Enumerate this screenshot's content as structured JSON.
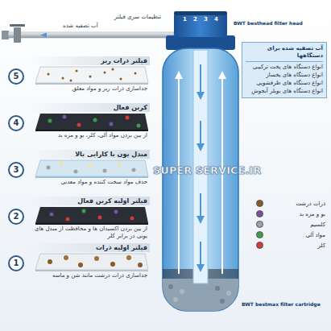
{
  "diagram": {
    "nodes": [
      {
        "text": [
          "آب تصفیه شده برای دستگاهها",
          "انواع دستگاه های پخت ترکیبی",
          "انواع دستگاه های یخساز",
          "انواع دستگاه های ظرفشویی",
          "انواع دستگاه های بویلر آبجوش"
        ]
      },
      {
        "text": [
          "5"
        ]
      },
      {
        "text": [
          "فیلتر ذرات ریز",
          "جداسازی ذرات ریز و مواد معلق"
        ]
      },
      {
        "text": [
          "4"
        ]
      },
      {
        "text": [
          "کربن فعال",
          "از بین بردن مواد آلی، کلر، بو و مزه بد"
        ]
      },
      {
        "text": [
          "3"
        ]
      },
      {
        "text": [
          "مبدل یون با کارایی بالا",
          "حذف مواد سخت کننده و مواد معدنی"
        ]
      },
      {
        "text": [
          "2"
        ]
      },
      {
        "text": [
          "فیلتر اولیه کربن فعال",
          "از بین بردن اکسیدان ها و محافظت از مبدل های یونی در برابر کلر"
        ]
      },
      {
        "text": [
          "1"
        ]
      },
      {
        "text": [
          "فیلتر اولیه ذرات",
          "جداسازی ذرات درشت مانند شن و ماسه"
        ]
      }
    ],
    "labels": [
      "تنظیمات سری فیلتر",
      "آب تصفیه شده",
      "1",
      "2",
      "3",
      "4",
      "BWT besthead filter head",
      "BWT bestmax filter cartridge",
      "SUPER SERVICE.IR"
    ],
    "legend": [
      {
        "text": "ذرات درشت",
        "color": "#8b5a2b"
      },
      {
        "text": "بو و مزه بد",
        "color": "#7b4fa0"
      },
      {
        "text": "کلسیم",
        "color": "#9aa3ad"
      },
      {
        "text": "مواد آلی",
        "color": "#3f9b4a"
      },
      {
        "text": "کلر",
        "color": "#d23a3a"
      }
    ]
  }
}
